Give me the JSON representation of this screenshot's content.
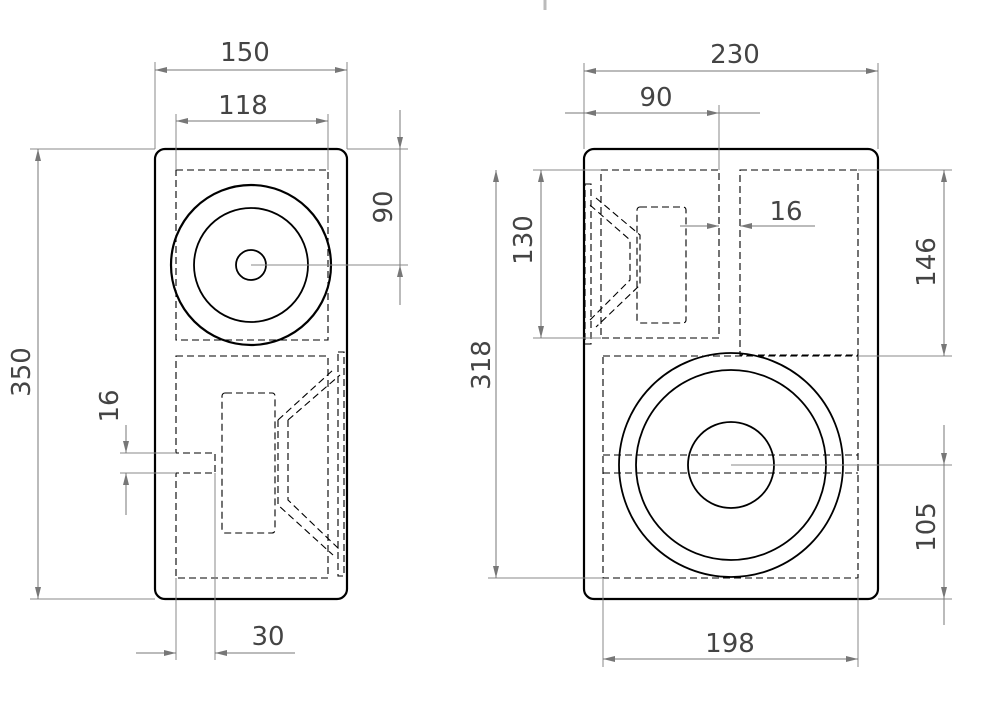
{
  "drawing": {
    "side_view": {
      "dimensions": {
        "overall_depth": "150",
        "driver_cutout_width": "118",
        "driver_center_from_top": "90",
        "overall_height": "350",
        "port_height": "16",
        "port_length": "30"
      }
    },
    "front_view": {
      "dimensions": {
        "overall_width": "230",
        "tweeter_chamber_width": "90",
        "divider_thickness": "16",
        "tweeter_chamber_height": "130",
        "inner_height": "318",
        "upper_chamber_height": "146",
        "woofer_center_from_bottom": "105",
        "inner_width": "198"
      }
    },
    "colors": {
      "line": "#000000",
      "dimension": "#777777",
      "text": "#444444"
    }
  }
}
